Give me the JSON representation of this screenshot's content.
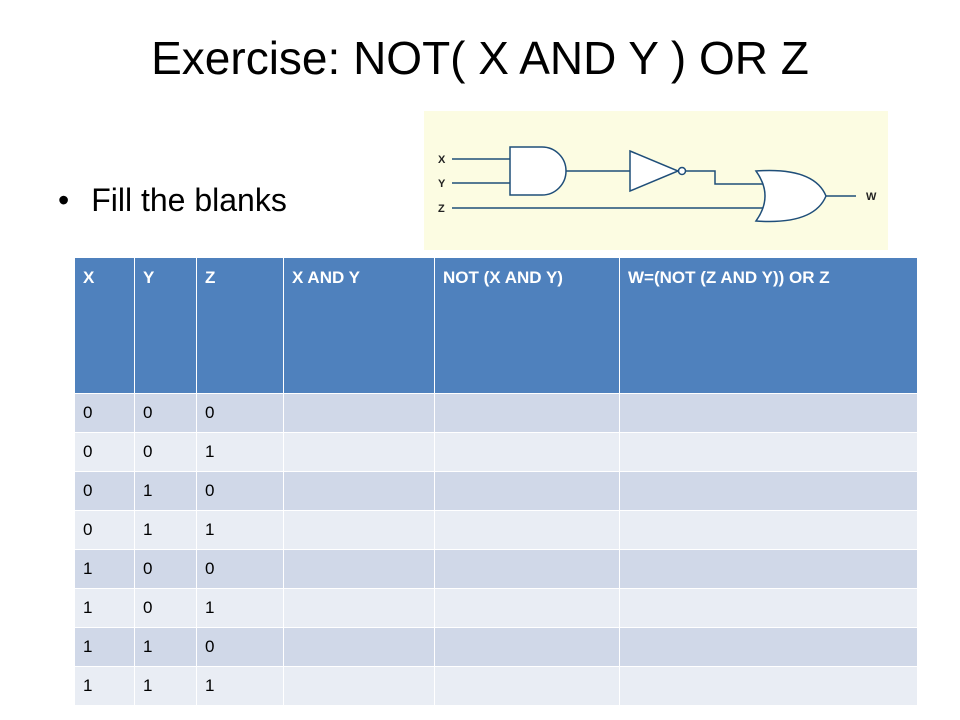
{
  "slide": {
    "title": "Exercise: NOT( X AND Y ) OR Z",
    "bullet": "Fill the blanks"
  },
  "circuit": {
    "labels": {
      "x": "X",
      "y": "Y",
      "z": "Z",
      "w": "W"
    },
    "colors": {
      "background": "#fcfce2",
      "line": "#1f4e79",
      "gate_fill": "#ffffff"
    }
  },
  "table": {
    "headers": [
      "X",
      "Y",
      "Z",
      "X AND Y",
      "NOT (X AND Y)",
      "W=(NOT (Z AND Y)) OR Z"
    ],
    "rows": [
      [
        "0",
        "0",
        "0",
        "",
        "",
        ""
      ],
      [
        "0",
        "0",
        "1",
        "",
        "",
        ""
      ],
      [
        "0",
        "1",
        "0",
        "",
        "",
        ""
      ],
      [
        "0",
        "1",
        "1",
        "",
        "",
        ""
      ],
      [
        "1",
        "0",
        "0",
        "",
        "",
        ""
      ],
      [
        "1",
        "0",
        "1",
        "",
        "",
        ""
      ],
      [
        "1",
        "1",
        "0",
        "",
        "",
        ""
      ],
      [
        "1",
        "1",
        "1",
        "",
        "",
        ""
      ]
    ],
    "colors": {
      "header": "#4f81bd",
      "band_dark": "#d0d8e8",
      "band_light": "#e9edf4"
    }
  }
}
